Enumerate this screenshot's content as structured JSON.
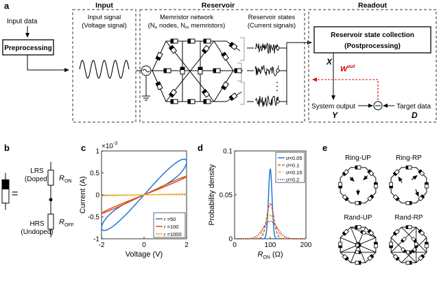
{
  "panels": {
    "a": {
      "letter": "a",
      "input_data": "Input data",
      "preprocessing": "Preprocessing",
      "input_title": "Input",
      "input_signal_1": "Input signal",
      "input_signal_2": "(Voltage signal)",
      "reservoir_title": "Reservoir",
      "network_1": "Memristor network",
      "network_2_parts": [
        "(N",
        "n",
        " nodes, N",
        "m",
        " memristors)"
      ],
      "states_1": "Reservoir states",
      "states_2": "(Current signals)",
      "readout_title": "Readout",
      "collection_1": "Reservoir state collection",
      "collection_2": "(Postprocessing)",
      "x_symbol": "X",
      "w_main": "W",
      "w_sup": "out",
      "system_output": "System output",
      "y_symbol": "Y",
      "target_data": "Target data",
      "d_symbol": "D"
    },
    "b": {
      "letter": "b",
      "lrs_1": "LRS",
      "lrs_2": "(Doped)",
      "r_on_main": "R",
      "r_on_sub": "ON",
      "hrs_1": "HRS",
      "hrs_2": "(Undoped)",
      "r_off_main": "R",
      "r_off_sub": "OFF",
      "equals": "="
    },
    "e": {
      "letter": "e",
      "labels": [
        "Ring-UP",
        "Ring-RP",
        "Rand-UP",
        "Rand-RP"
      ]
    }
  },
  "chart_data": [
    {
      "panel": "c",
      "type": "line",
      "title": "",
      "exponent_label": "×10",
      "exponent_power": "-3",
      "xlabel": "Voltage (V)",
      "ylabel": "Current (A)",
      "xlim": [
        -2,
        2
      ],
      "ylim": [
        -1,
        1
      ],
      "xticks": [
        -2,
        0,
        2
      ],
      "yticks": [
        -1,
        -0.5,
        0,
        0.5,
        1
      ],
      "yticklabels": [
        "-1",
        "-0.5",
        "0",
        "0.5",
        "1"
      ],
      "legend_position": "bottom-right",
      "legend_prefix": "r",
      "legend_eq": " =",
      "series": [
        {
          "name": "50",
          "color": "#1f77d4",
          "peak": 0.75,
          "loop_width": 0.42
        },
        {
          "name": "100",
          "color": "#d95319",
          "peak": 0.42,
          "loop_width": 0.05
        },
        {
          "name": "1000",
          "color": "#edb120",
          "peak": 0.02,
          "loop_width": 0.0
        }
      ]
    },
    {
      "panel": "d",
      "type": "line",
      "title": "",
      "xlabel_main": "R",
      "xlabel_sub": "ON",
      "xlabel_unit": "(Ω)",
      "ylabel": "Probability density",
      "xlim": [
        0,
        200
      ],
      "ylim": [
        0,
        0.1
      ],
      "xticks": [
        0,
        100,
        200
      ],
      "yticks": [
        0,
        0.05,
        0.1
      ],
      "yticklabels": [
        "0",
        "0.05",
        "0.1"
      ],
      "legend_position": "top-right",
      "legend_prefix": "σ",
      "legend_eq": "=",
      "series": [
        {
          "name": "0.05",
          "color": "#1f77d4",
          "mean": 100,
          "sigma": 0.05,
          "style": "solid"
        },
        {
          "name": "0.1",
          "color": "#d95319",
          "mean": 100,
          "sigma": 0.1,
          "style": "dash"
        },
        {
          "name": "0.15",
          "color": "#edb120",
          "mean": 100,
          "sigma": 0.15,
          "style": "dashdot"
        },
        {
          "name": "0.2",
          "color": "#7e2f8e",
          "mean": 100,
          "sigma": 0.2,
          "style": "dot"
        }
      ]
    }
  ]
}
